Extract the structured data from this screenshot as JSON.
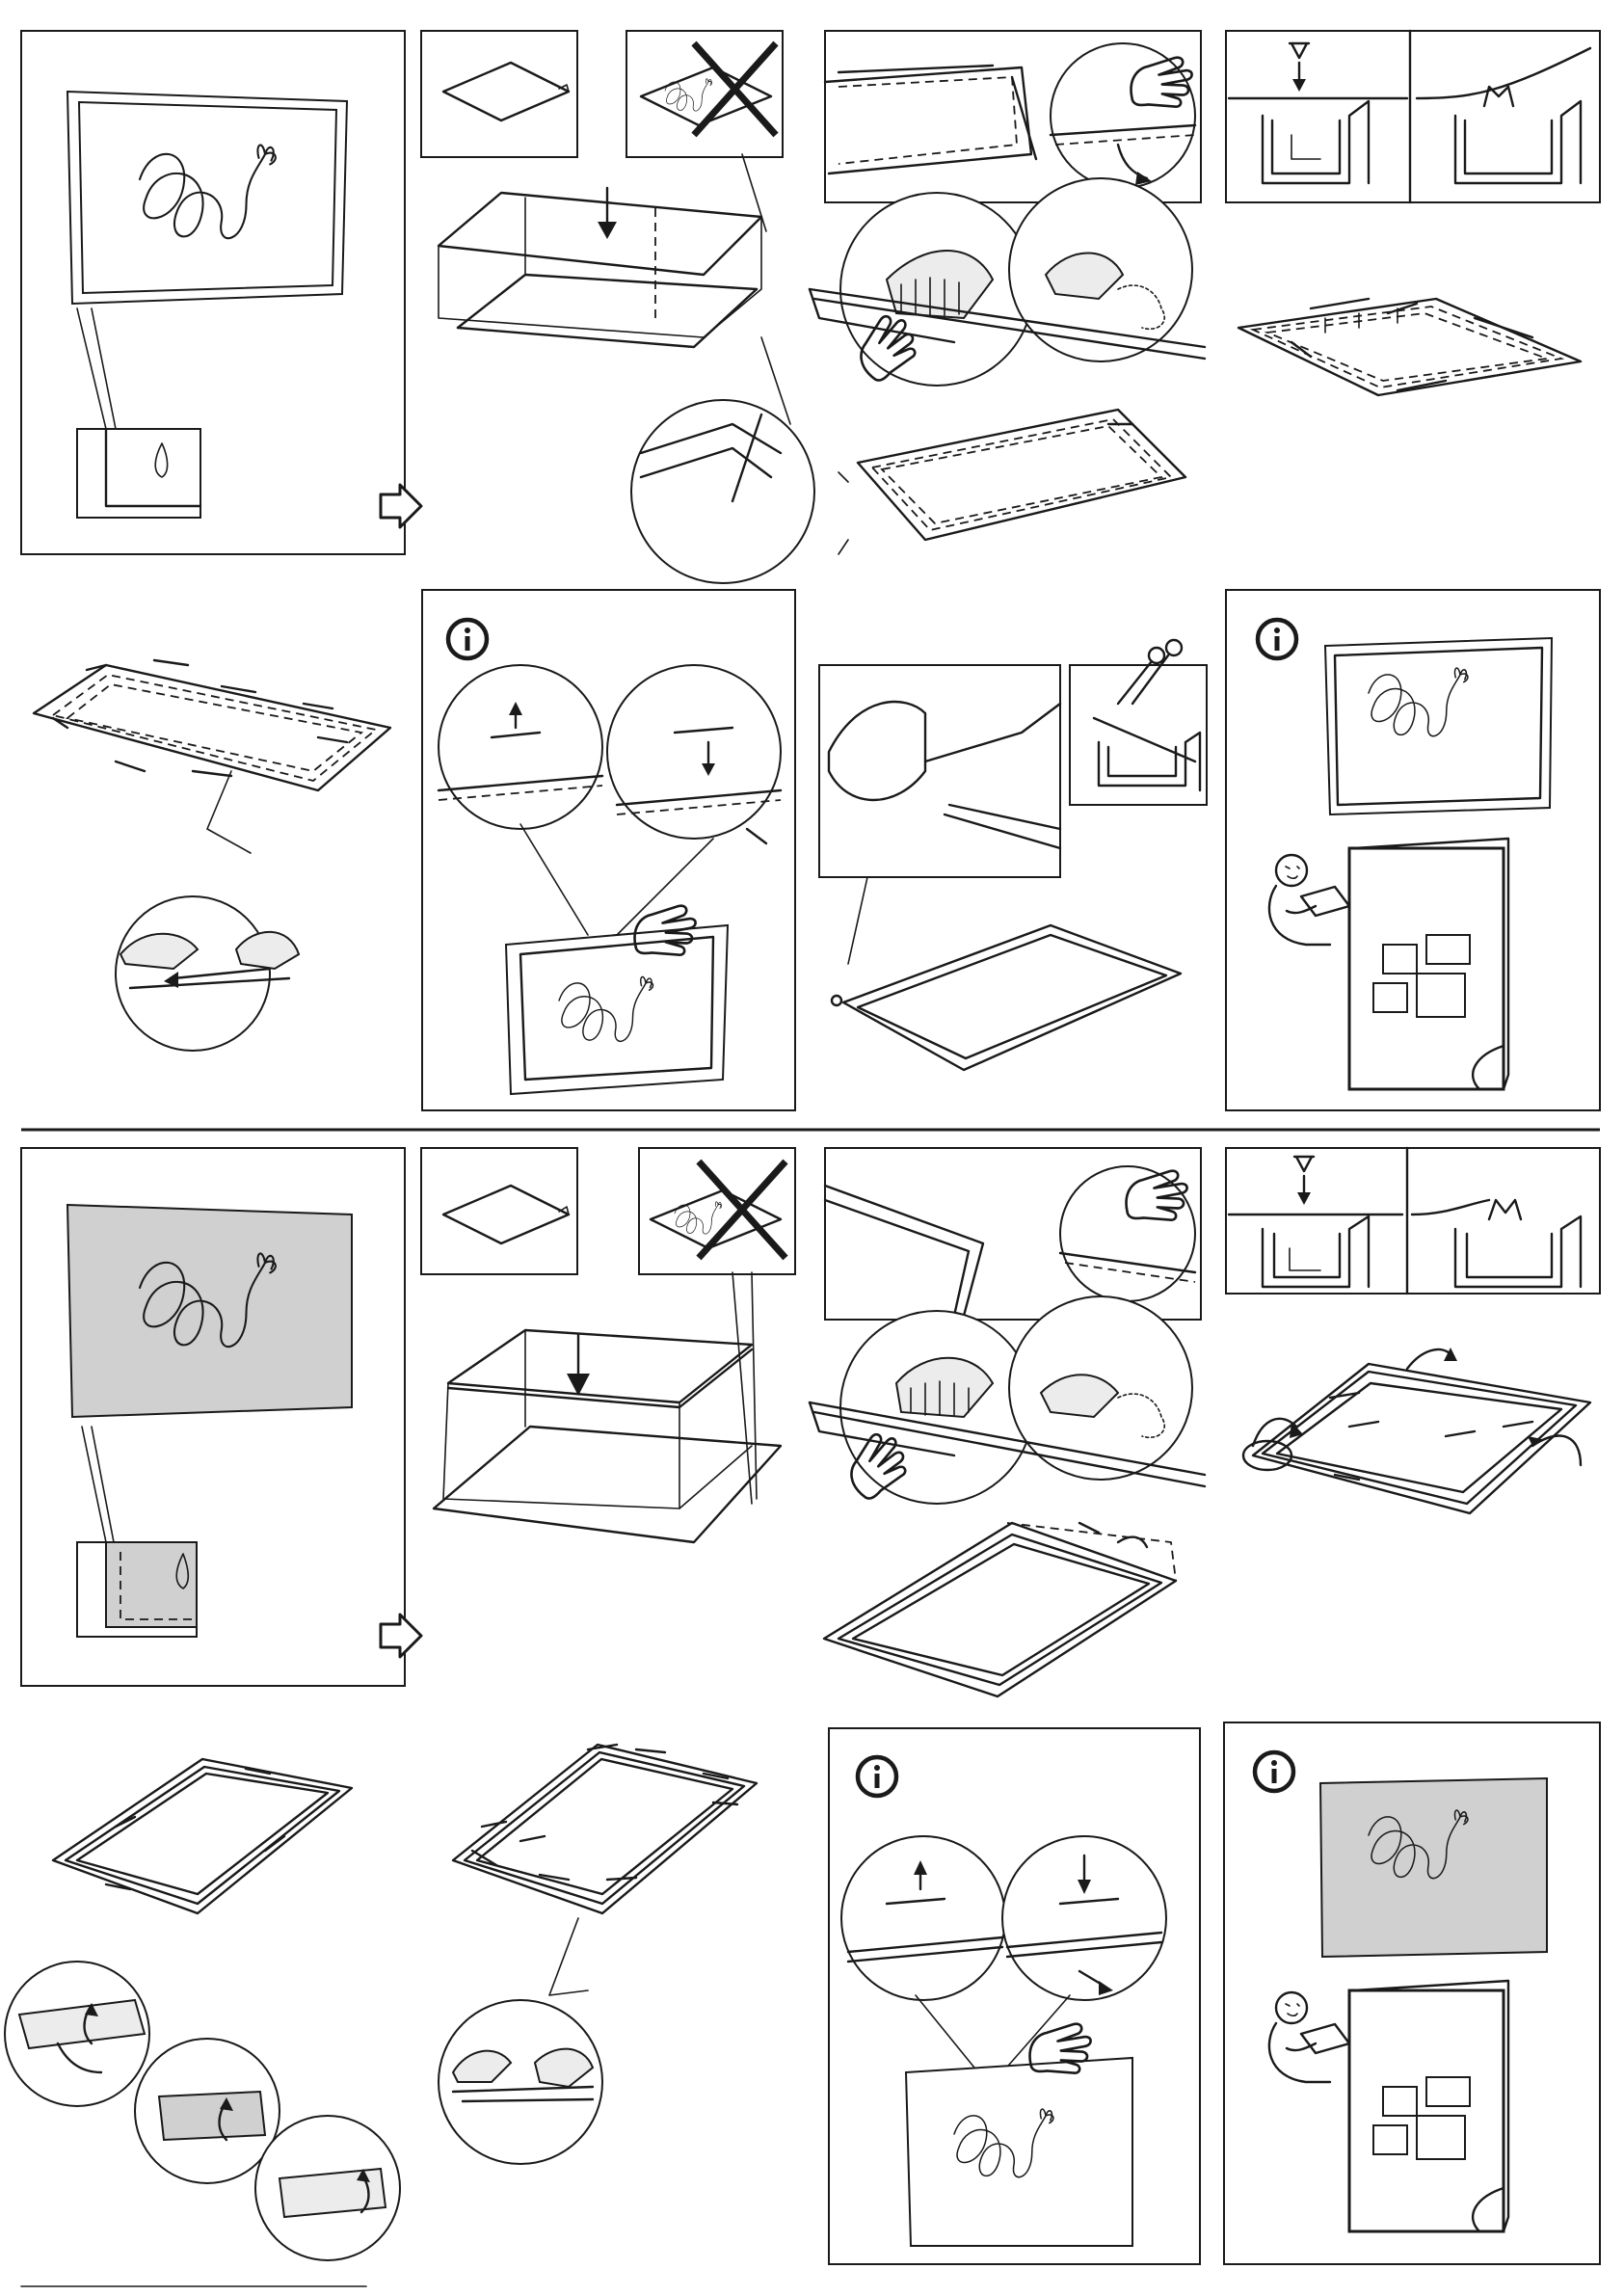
{
  "colors": {
    "ink": "#1a1a1a",
    "paper": "#ffffff",
    "print_grey": "#d0d0d0"
  },
  "icons": [
    "info-icon",
    "scissors-icon",
    "pencil-icon",
    "pointing-hand-icon",
    "arrow-icon",
    "cross-icon",
    "reading-person-icon",
    "brush-icon",
    "next-arrow-icon"
  ],
  "sections": [
    {
      "name": "framed-print",
      "steps": 9
    },
    {
      "name": "canvas-print",
      "steps": 9
    }
  ]
}
